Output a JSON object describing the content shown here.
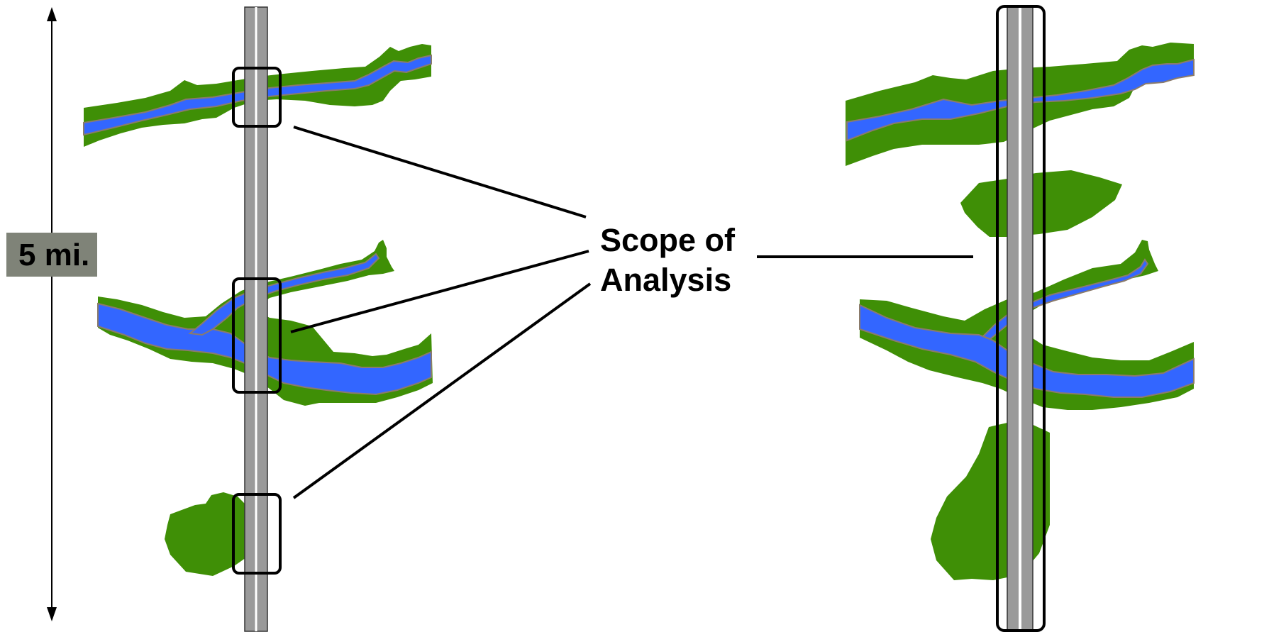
{
  "scale_label": "5 mi.",
  "callout": {
    "line1": "Scope of",
    "line2": "Analysis"
  },
  "colors": {
    "water": "#3366ff",
    "riparian": "#3f8f06",
    "road": "#9a9a9a",
    "road_outline": "#333333",
    "road_centerline": "#ffffff",
    "scale_box": "#7f8378",
    "stream_edge": "#8b7b6b",
    "lines": "#000000"
  }
}
